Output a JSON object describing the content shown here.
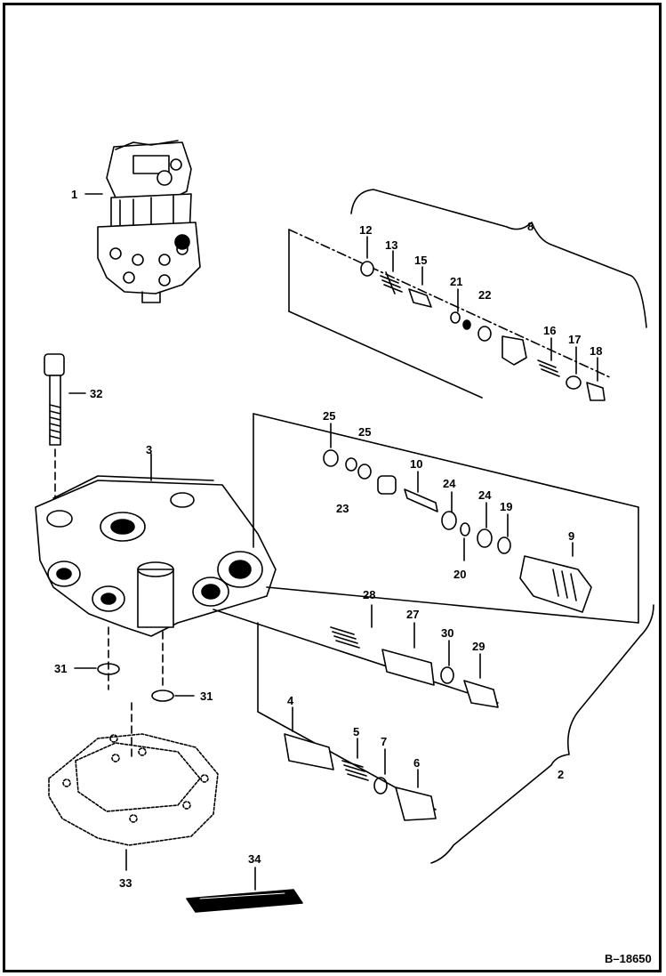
{
  "diagram": {
    "reference": "B–18650",
    "callouts": {
      "c1": "1",
      "c2": "2",
      "c3": "3",
      "c4": "4",
      "c5": "5",
      "c6": "6",
      "c7": "7",
      "c8": "8",
      "c9": "9",
      "c10": "10",
      "c12": "12",
      "c13": "13",
      "c15": "15",
      "c16": "16",
      "c17": "17",
      "c18": "18",
      "c19": "19",
      "c20": "20",
      "c21": "21",
      "c22": "22",
      "c23": "23",
      "c24a": "24",
      "c24b": "24",
      "c25a": "25",
      "c25b": "25",
      "c27": "27",
      "c28": "28",
      "c29": "29",
      "c30": "30",
      "c31a": "31",
      "c31b": "31",
      "c32": "32",
      "c33": "33",
      "c34": "34"
    }
  }
}
